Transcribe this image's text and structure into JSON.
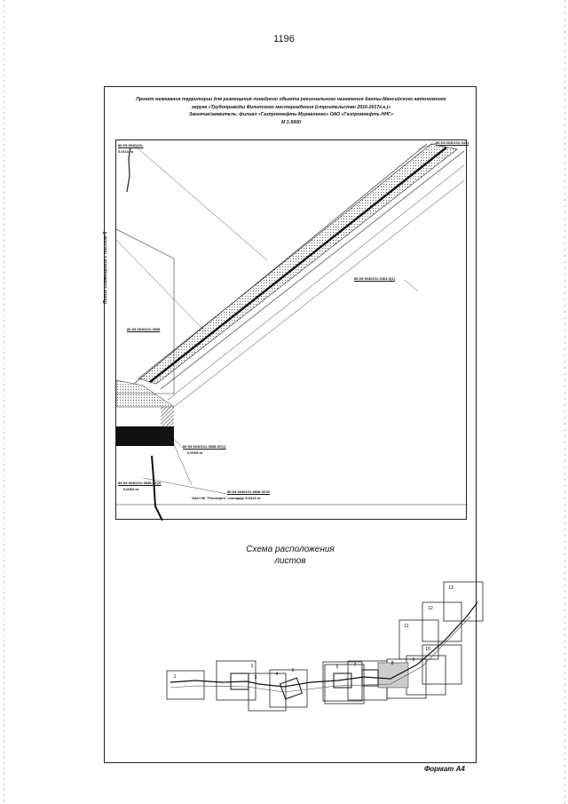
{
  "page_number": "1196",
  "header": {
    "line1": "Проект межевания территории для размещения линейного объекта регионального назначения Ханты-Мансийского автономного",
    "line2": "округа «Трубопроводы Филипского месторождения (строительство 2016-2017г.г.)»",
    "line3": "Заказчик/заявитель: филиал «Газпромнефть-Муравленко» ОАО «Газпромнефть-ННГ»",
    "scale": "М 1:5000"
  },
  "map": {
    "side_label": "Линия совмещения с листом 8",
    "labels": {
      "top_left_code": "86:03:0040101:",
      "top_left_area": "0,0113 га",
      "top_right_code": "86:03:0040101:3471",
      "center_code": "86:03:0040101:3464:3(1)",
      "left_mid_code": "86:03:0040101:3838",
      "bottom_code_1": "86:03:0040101:3838:ЗУ(1)",
      "bottom_area_1": "0,0005 га",
      "bottom_code_2": "86:03:0040101:3838:ЗУ(2)",
      "bottom_area_2": "0,0062 га",
      "bottom_code_3": "86:03:0040101:3838:3УЗ2",
      "bottom_owner": "ОАО НК \"Роснефть\" площадь 0,0413 га"
    }
  },
  "scheme": {
    "title_line1": "Схема расположения",
    "title_line2": "листов",
    "sheets": [
      "1",
      "2",
      "3",
      "4",
      "5",
      "6",
      "7",
      "8",
      "9",
      "10",
      "11",
      "12",
      "13"
    ]
  },
  "footer": {
    "format": "Формат А4"
  }
}
